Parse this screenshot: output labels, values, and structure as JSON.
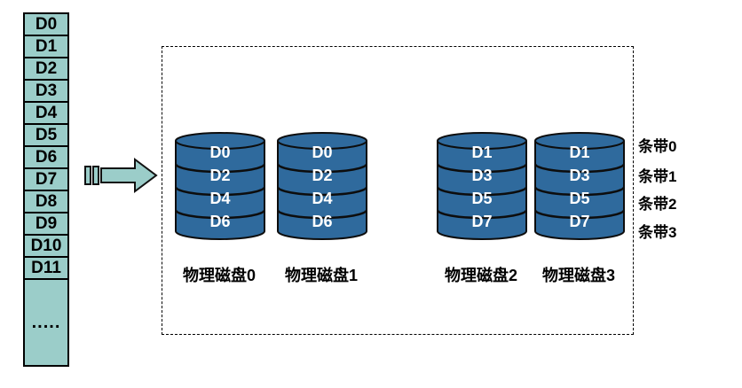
{
  "left_column": {
    "cells": [
      "D0",
      "D1",
      "D2",
      "D3",
      "D4",
      "D5",
      "D6",
      "D7",
      "D8",
      "D9",
      "D10",
      "D11"
    ],
    "ellipsis": "....."
  },
  "disks": [
    {
      "label": "物理磁盘0",
      "segments": [
        "D0",
        "D2",
        "D4",
        "D6"
      ]
    },
    {
      "label": "物理磁盘1",
      "segments": [
        "D0",
        "D2",
        "D4",
        "D6"
      ]
    },
    {
      "label": "物理磁盘2",
      "segments": [
        "D1",
        "D3",
        "D5",
        "D7"
      ]
    },
    {
      "label": "物理磁盘3",
      "segments": [
        "D1",
        "D3",
        "D5",
        "D7"
      ]
    }
  ],
  "stripes": [
    "条带0",
    "条带1",
    "条带2",
    "条带3"
  ],
  "icons": {
    "arrow": "right-block-arrow-icon"
  },
  "colors": {
    "block_teal": "#9BCDC9",
    "disk_blue": "#2F6A9D",
    "outline": "#000000",
    "segment_text": "#FFFFFF",
    "background": "#FFFFFF"
  }
}
